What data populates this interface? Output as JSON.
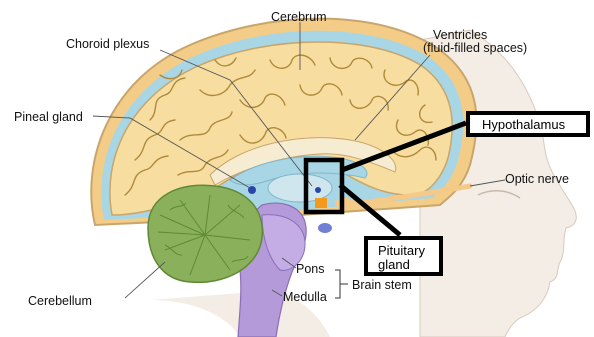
{
  "labels": {
    "cerebrum": "Cerebrum",
    "choroid_plexus": "Choroid plexus",
    "ventricles_line1": "Ventricles",
    "ventricles_line2": "(fluid-filled spaces)",
    "pineal_gland": "Pineal gland",
    "hypothalamus": "Hypothalamus",
    "optic_nerve": "Optic nerve",
    "pituitary_line1": "Pituitary",
    "pituitary_line2": "gland",
    "pons": "Pons",
    "brain_stem": "Brain stem",
    "medulla": "Medulla",
    "cerebellum": "Cerebellum"
  },
  "colors": {
    "cerebrum_fill": "#f7dea0",
    "gyri_lines": "#b08a3c",
    "csf_blue": "#a9d6e5",
    "skull_outline": "#c9a56a",
    "cerebellum_fill": "#8bb05c",
    "brainstem_fill": "#b49ad8",
    "face_skin": "#f4ede6",
    "pituitary_orange": "#f39a1c",
    "callout_black": "#000000"
  }
}
